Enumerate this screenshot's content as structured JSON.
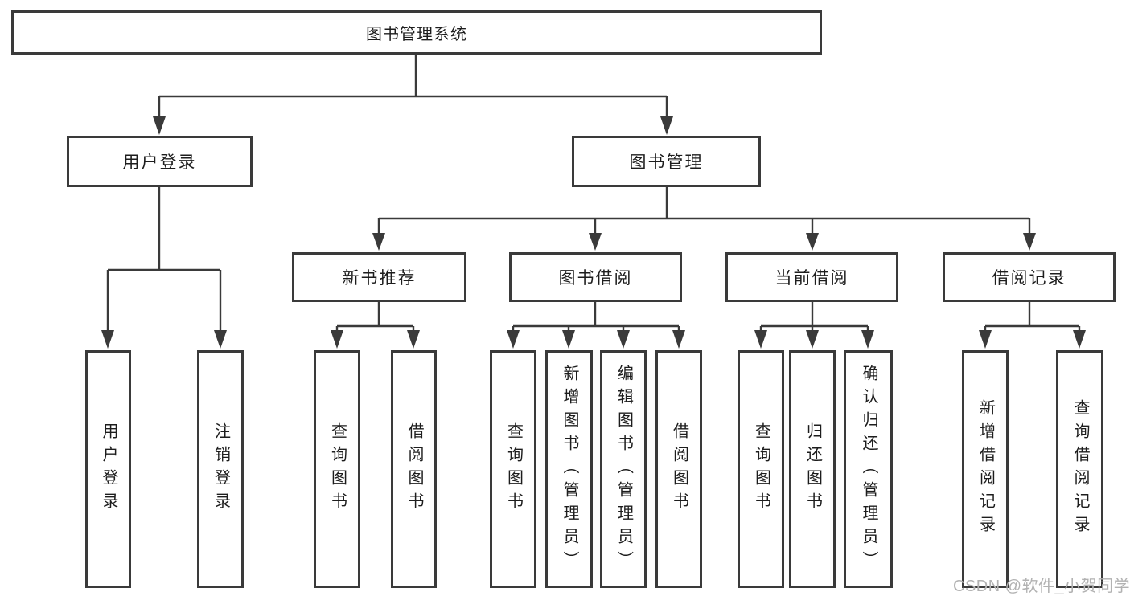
{
  "colors": {
    "line": "#3a3a3a",
    "box_border": "#3a3a3a",
    "text": "#1d1d1d",
    "watermark": "#b2b2b2",
    "background": "#ffffff"
  },
  "watermark": {
    "text": "CSDN @软件_小贺同学"
  },
  "nodes": {
    "root": {
      "label": "图书管理系统"
    },
    "user_login": {
      "label": "用户登录"
    },
    "book_mgmt": {
      "label": "图书管理"
    },
    "new_book_rec": {
      "label": "新书推荐"
    },
    "book_borrow": {
      "label": "图书借阅"
    },
    "current_borrow": {
      "label": "当前借阅"
    },
    "borrow_records": {
      "label": "借阅记录"
    },
    "leaf_user_login": {
      "label": "用户登录"
    },
    "leaf_logout": {
      "label": "注销登录"
    },
    "leaf_nb_query": {
      "label": "查询图书"
    },
    "leaf_nb_borrow": {
      "label": "借阅图书"
    },
    "leaf_bb_query": {
      "label": "查询图书"
    },
    "leaf_bb_add": {
      "label": "新增图书（管理员）"
    },
    "leaf_bb_edit": {
      "label": "编辑图书（管理员）"
    },
    "leaf_bb_borrow": {
      "label": "借阅图书"
    },
    "leaf_cb_query": {
      "label": "查询图书"
    },
    "leaf_cb_return": {
      "label": "归还图书"
    },
    "leaf_cb_confirm": {
      "label": "确认归还（管理员）"
    },
    "leaf_br_add": {
      "label": "新增借阅记录"
    },
    "leaf_br_query": {
      "label": "查询借阅记录"
    }
  }
}
